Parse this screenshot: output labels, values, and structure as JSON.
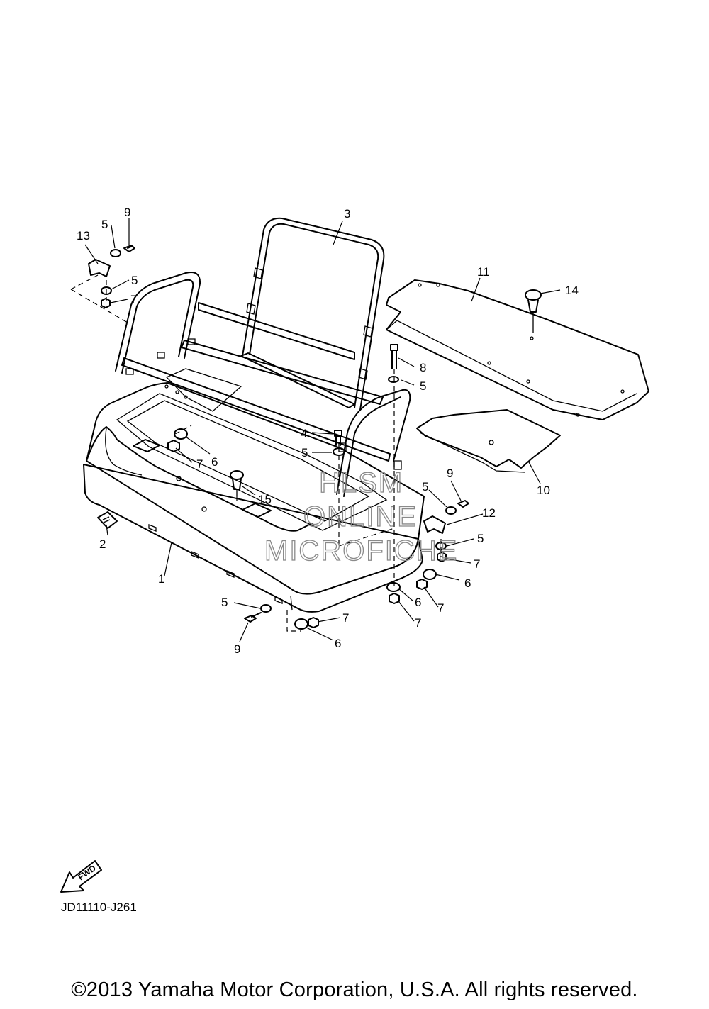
{
  "callouts": {
    "c1": "1",
    "c2": "2",
    "c3": "3",
    "c4": "4",
    "c5a": "5",
    "c5b": "5",
    "c5c": "5",
    "c5d": "5",
    "c5e": "5",
    "c5f": "5",
    "c5g": "5",
    "c6a": "6",
    "c6b": "6",
    "c6c": "6",
    "c6d": "6",
    "c7a": "7",
    "c7b": "7",
    "c7c": "7",
    "c7d": "7",
    "c7e": "7",
    "c7f": "7",
    "c8": "8",
    "c9a": "9",
    "c9b": "9",
    "c9c": "9",
    "c10": "10",
    "c11": "11",
    "c12": "12",
    "c13": "13",
    "c14": "14",
    "c15": "15"
  },
  "watermark": {
    "line1": "HLSM",
    "line2": "ONLINE",
    "line3": "MICROFICHE"
  },
  "fwd_label": "FWD",
  "part_code": "JD11110-J261",
  "copyright": "©2013 Yamaha Motor Corporation, U.S.A. All rights reserved."
}
